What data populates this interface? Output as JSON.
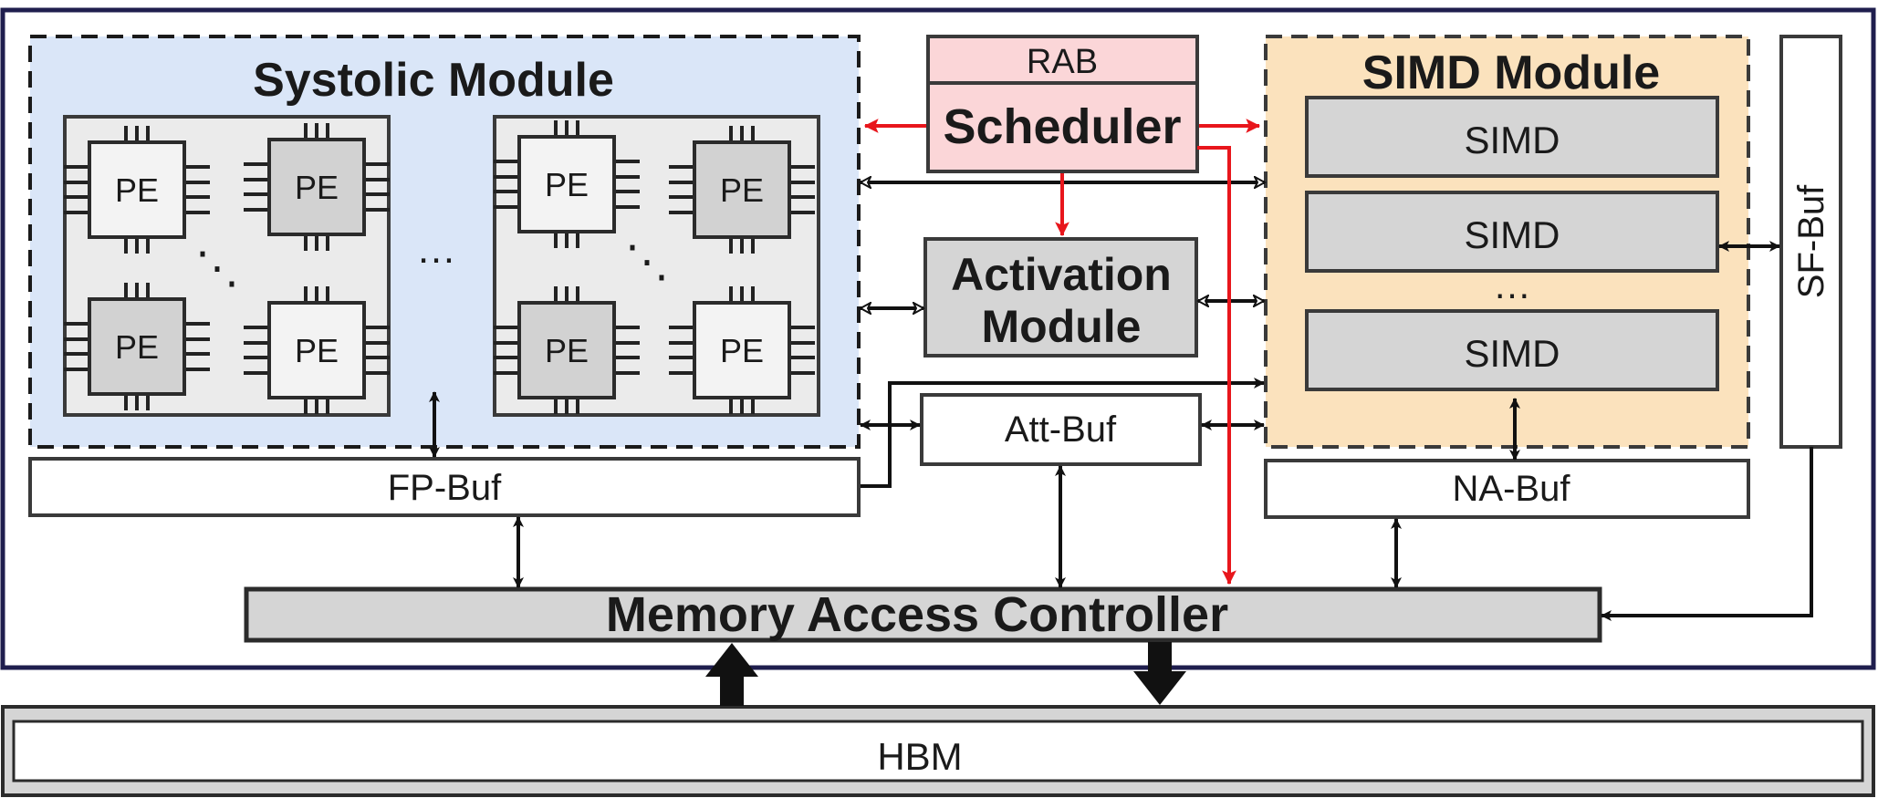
{
  "systolic": {
    "title": "Systolic Module",
    "pe_label": "PE",
    "dots_between_arrays": "…",
    "dots_in_array": "⋱"
  },
  "rab": {
    "label": "RAB"
  },
  "scheduler": {
    "label": "Scheduler"
  },
  "activation": {
    "line1": "Activation",
    "line2": "Module"
  },
  "simd_module": {
    "title": "SIMD Module",
    "units": [
      "SIMD",
      "SIMD",
      "SIMD"
    ],
    "dots": "…"
  },
  "sf_buf": {
    "label": "SF-Buf"
  },
  "att_buf": {
    "label": "Att-Buf"
  },
  "fp_buf": {
    "label": "FP-Buf"
  },
  "na_buf": {
    "label": "NA-Buf"
  },
  "mac": {
    "label": "Memory Access Controller"
  },
  "hbm": {
    "label": "HBM"
  },
  "colors": {
    "systolic_fill": "#dae6f8",
    "simd_module_fill": "#fbe2bd",
    "scheduler_fill": "#fbd6d8",
    "control_red": "#e8161c",
    "gray_fill": "#d5d5d5",
    "pe_light": "#ebebeb",
    "outline": "#2b2b2b",
    "chip_border": "#1f1e4e"
  },
  "icons": [
    "pe-chip-icon",
    "bidirectional-arrow-icon",
    "control-arrow-icon",
    "wide-data-arrow-icon"
  ]
}
